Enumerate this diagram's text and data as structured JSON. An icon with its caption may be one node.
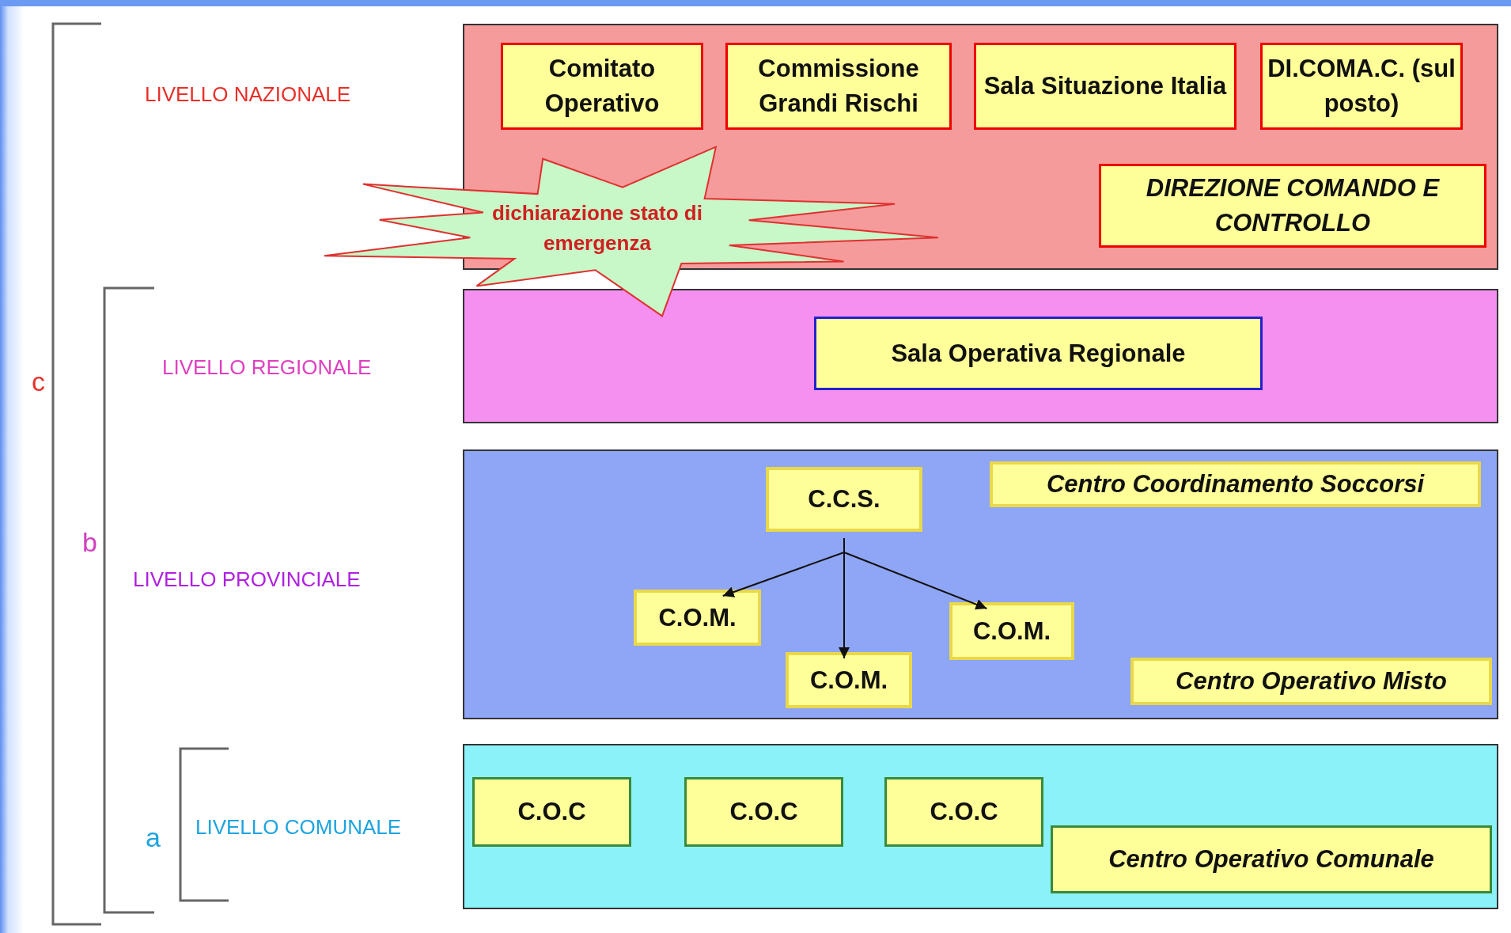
{
  "diagram": {
    "nodes": [
      {
        "text": [],
        "shape": "box"
      },
      {
        "text": [
          "Comitato Operativo"
        ],
        "in": 0
      },
      {
        "text": [
          "Commissione Grandi Rischi"
        ],
        "in": 0
      },
      {
        "text": [
          "Sala Situazione Italia"
        ],
        "in": 0
      },
      {
        "text": [
          "DI.COMA.C. (sul posto)"
        ],
        "in": 0
      },
      {
        "text": [
          "DIREZIONE COMANDO E CONTROLLO"
        ],
        "in": 0
      },
      {
        "text": [
          "dichiarazione stato di emergenza"
        ]
      },
      {
        "text": [],
        "shape": "box"
      },
      {
        "text": [
          "Sala Operativa Regionale"
        ],
        "in": 7
      },
      {
        "text": [],
        "shape": "box"
      },
      {
        "text": [
          "C.C.S."
        ],
        "in": 9
      },
      {
        "text": [
          "Centro Coordinamento Soccorsi"
        ],
        "in": 9
      },
      {
        "text": [
          "C.O.M."
        ],
        "in": 9
      },
      {
        "text": [
          "C.O.M."
        ],
        "in": 9
      },
      {
        "text": [
          "C.O.M."
        ],
        "in": 9
      },
      {
        "text": [
          "Centro Operativo Misto"
        ],
        "in": 9
      },
      {
        "text": [],
        "shape": "box"
      },
      {
        "text": [
          "C.O.C"
        ],
        "in": 16
      },
      {
        "text": [
          "C.O.C"
        ],
        "in": 16
      },
      {
        "text": [
          "C.O.C"
        ],
        "in": 16
      },
      {
        "text": [
          "Centro Operativo Comunale"
        ],
        "in": 16
      }
    ],
    "edges": [
      {
        "from": 10,
        "to": 12,
        "arrow": "to"
      },
      {
        "from": 10,
        "to": 13,
        "arrow": "to"
      },
      {
        "from": 10,
        "to": 14,
        "arrow": "to"
      }
    ],
    "labels": [
      "LIVELLO NAZIONALE",
      "LIVELLO REGIONALE",
      "c",
      "b",
      "LIVELLO PROVINCIALE",
      "a",
      "LIVELLO COMUNALE"
    ]
  }
}
